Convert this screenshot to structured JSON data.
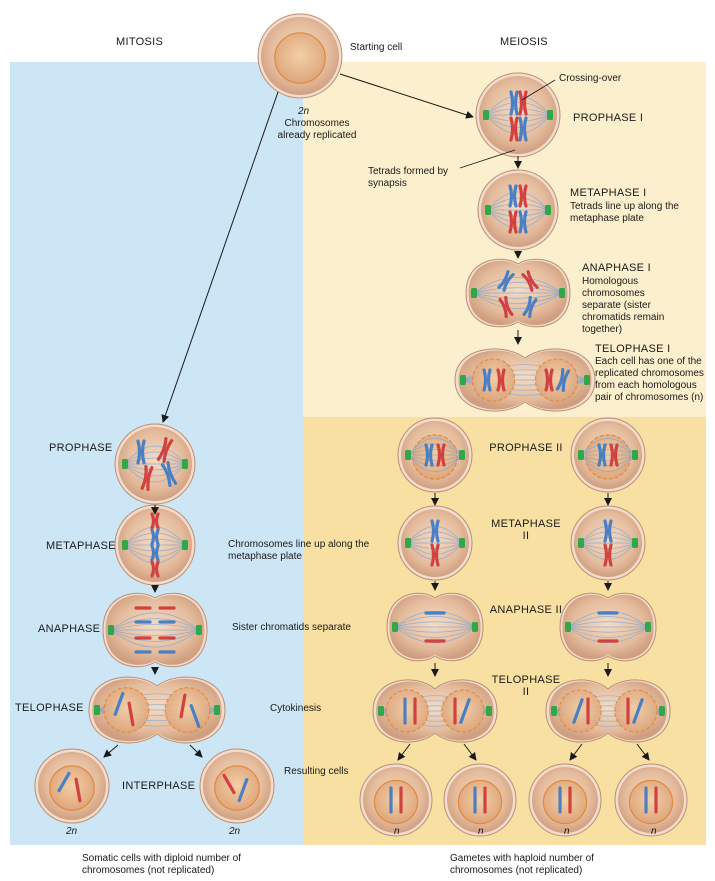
{
  "headers": {
    "mitosis": "MITOSIS",
    "meiosis": "MEIOSIS"
  },
  "starting_cell": {
    "label": "Starting cell",
    "ploidy": "2n",
    "note": "Chromosomes already replicated"
  },
  "meiosis_I": {
    "crossing_over": "Crossing-over",
    "prophase": "PROPHASE I",
    "tetrads_note": "Tetrads formed by synapsis",
    "metaphase": "METAPHASE I",
    "metaphase_note": "Tetrads line up along the metaphase plate",
    "anaphase": "ANAPHASE I",
    "anaphase_note": "Homologous chromosomes separate (sister chromatids remain together)",
    "telophase": "TELOPHASE I",
    "telophase_note": "Each cell has one of the replicated chromosomes from each homologous pair of chromosomes (n)"
  },
  "meiosis_II": {
    "prophase": "PROPHASE II",
    "metaphase": "METAPHASE II",
    "anaphase": "ANAPHASE II",
    "telophase": "TELOPHASE II"
  },
  "mitosis": {
    "prophase": "PROPHASE",
    "metaphase": "METAPHASE",
    "anaphase": "ANAPHASE",
    "telophase": "TELOPHASE",
    "interphase": "INTERPHASE"
  },
  "shared_notes": {
    "metaphase": "Chromosomes line up along the metaphase plate",
    "anaphase": "Sister chromatids separate",
    "telophase": "Cytokinesis",
    "result": "Resulting cells"
  },
  "ploidy_labels": {
    "mitosis_left": "2n",
    "mitosis_right": "2n",
    "gamete_1": "n",
    "gamete_2": "n",
    "gamete_3": "n",
    "gamete_4": "n"
  },
  "footers": {
    "mitosis": "Somatic cells with diploid number of chromosomes (not replicated)",
    "meiosis": "Gametes with haploid number of chromosomes (not replicated)"
  },
  "colors": {
    "mitosis_bg": "#cde6f6",
    "meiosis1_bg": "#fcefcd",
    "meiosis2_bg": "#f7e0a1",
    "cell_fill": "#e7c0a2",
    "cell_rim": "#f3dccb",
    "chromosome_blue": "#4a7fc4",
    "chromosome_red": "#d2403f",
    "centriole_green": "#2fa84a",
    "spindle": "#7aa6d8",
    "nucleus": "#e7b48c"
  }
}
